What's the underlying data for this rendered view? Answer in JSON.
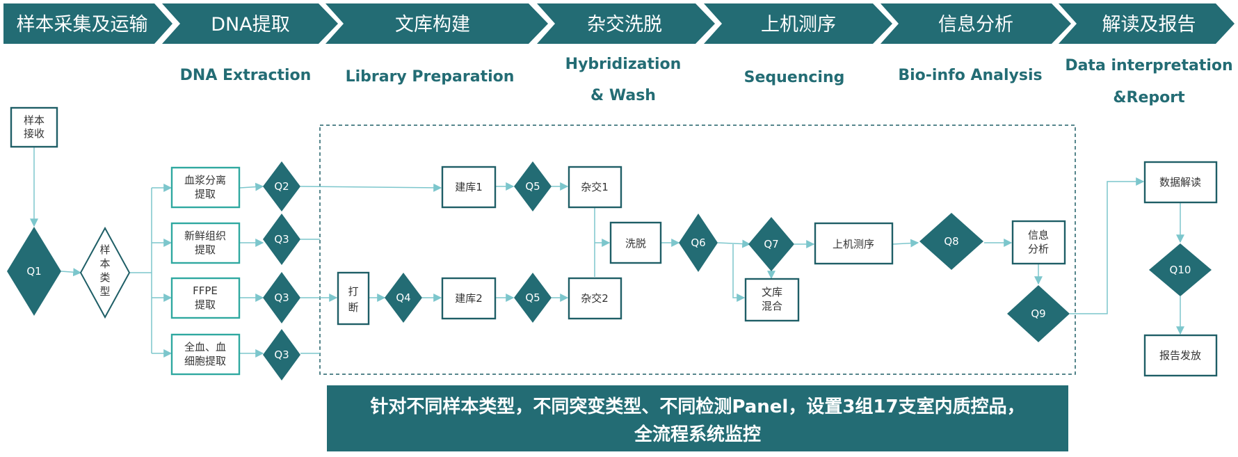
{
  "stages": [
    {
      "label": "样本采集及运输",
      "en": []
    },
    {
      "label": "DNA提取",
      "en": [
        "DNA Extraction"
      ]
    },
    {
      "label": "文库构建",
      "en": [
        "Library Preparation"
      ]
    },
    {
      "label": "杂交洗脱",
      "en": [
        "Hybridization",
        "& Wash"
      ]
    },
    {
      "label": "上机测序",
      "en": [
        "Sequencing"
      ]
    },
    {
      "label": "信息分析",
      "en": [
        "Bio-info Analysis"
      ]
    },
    {
      "label": "解读及报告",
      "en": [
        "Data interpretation",
        "&Report"
      ]
    }
  ],
  "boxes": {
    "sample_receive": [
      "样本",
      "接收"
    ],
    "plasma": [
      "血浆分离",
      "提取"
    ],
    "fresh_tissue": [
      "新鲜组织",
      "提取"
    ],
    "ffpe": [
      "FFPE",
      "提取"
    ],
    "whole_blood": [
      "全血、血",
      "细胞提取"
    ],
    "fragment": [
      "打",
      "断"
    ],
    "lib1": [
      "建库1"
    ],
    "lib2": [
      "建库2"
    ],
    "hyb1": [
      "杂交1"
    ],
    "hyb2": [
      "杂交2"
    ],
    "wash": [
      "洗脱"
    ],
    "pool": [
      "文库",
      "混合"
    ],
    "sequencing": [
      "上机测序"
    ],
    "bioinfo": [
      "信息",
      "分析"
    ],
    "interpret": [
      "数据解读"
    ],
    "report": [
      "报告发放"
    ]
  },
  "sample_type": [
    "样",
    "本",
    "类",
    "型"
  ],
  "qc": {
    "q1": "Q1",
    "q2": "Q2",
    "q3a": "Q3",
    "q3b": "Q3",
    "q3c": "Q3",
    "q4": "Q4",
    "q5a": "Q5",
    "q5b": "Q5",
    "q6": "Q6",
    "q7": "Q7",
    "q8": "Q8",
    "q9": "Q9",
    "q10": "Q10"
  },
  "summary": [
    "针对不同样本类型，不同突变类型、不同检测Panel，设置3组17支室内质控品，",
    "全流程系统监控"
  ],
  "colors": {
    "primary": "#236c74",
    "teal_border": "#2fa8a0",
    "line": "#7cc6cc"
  }
}
